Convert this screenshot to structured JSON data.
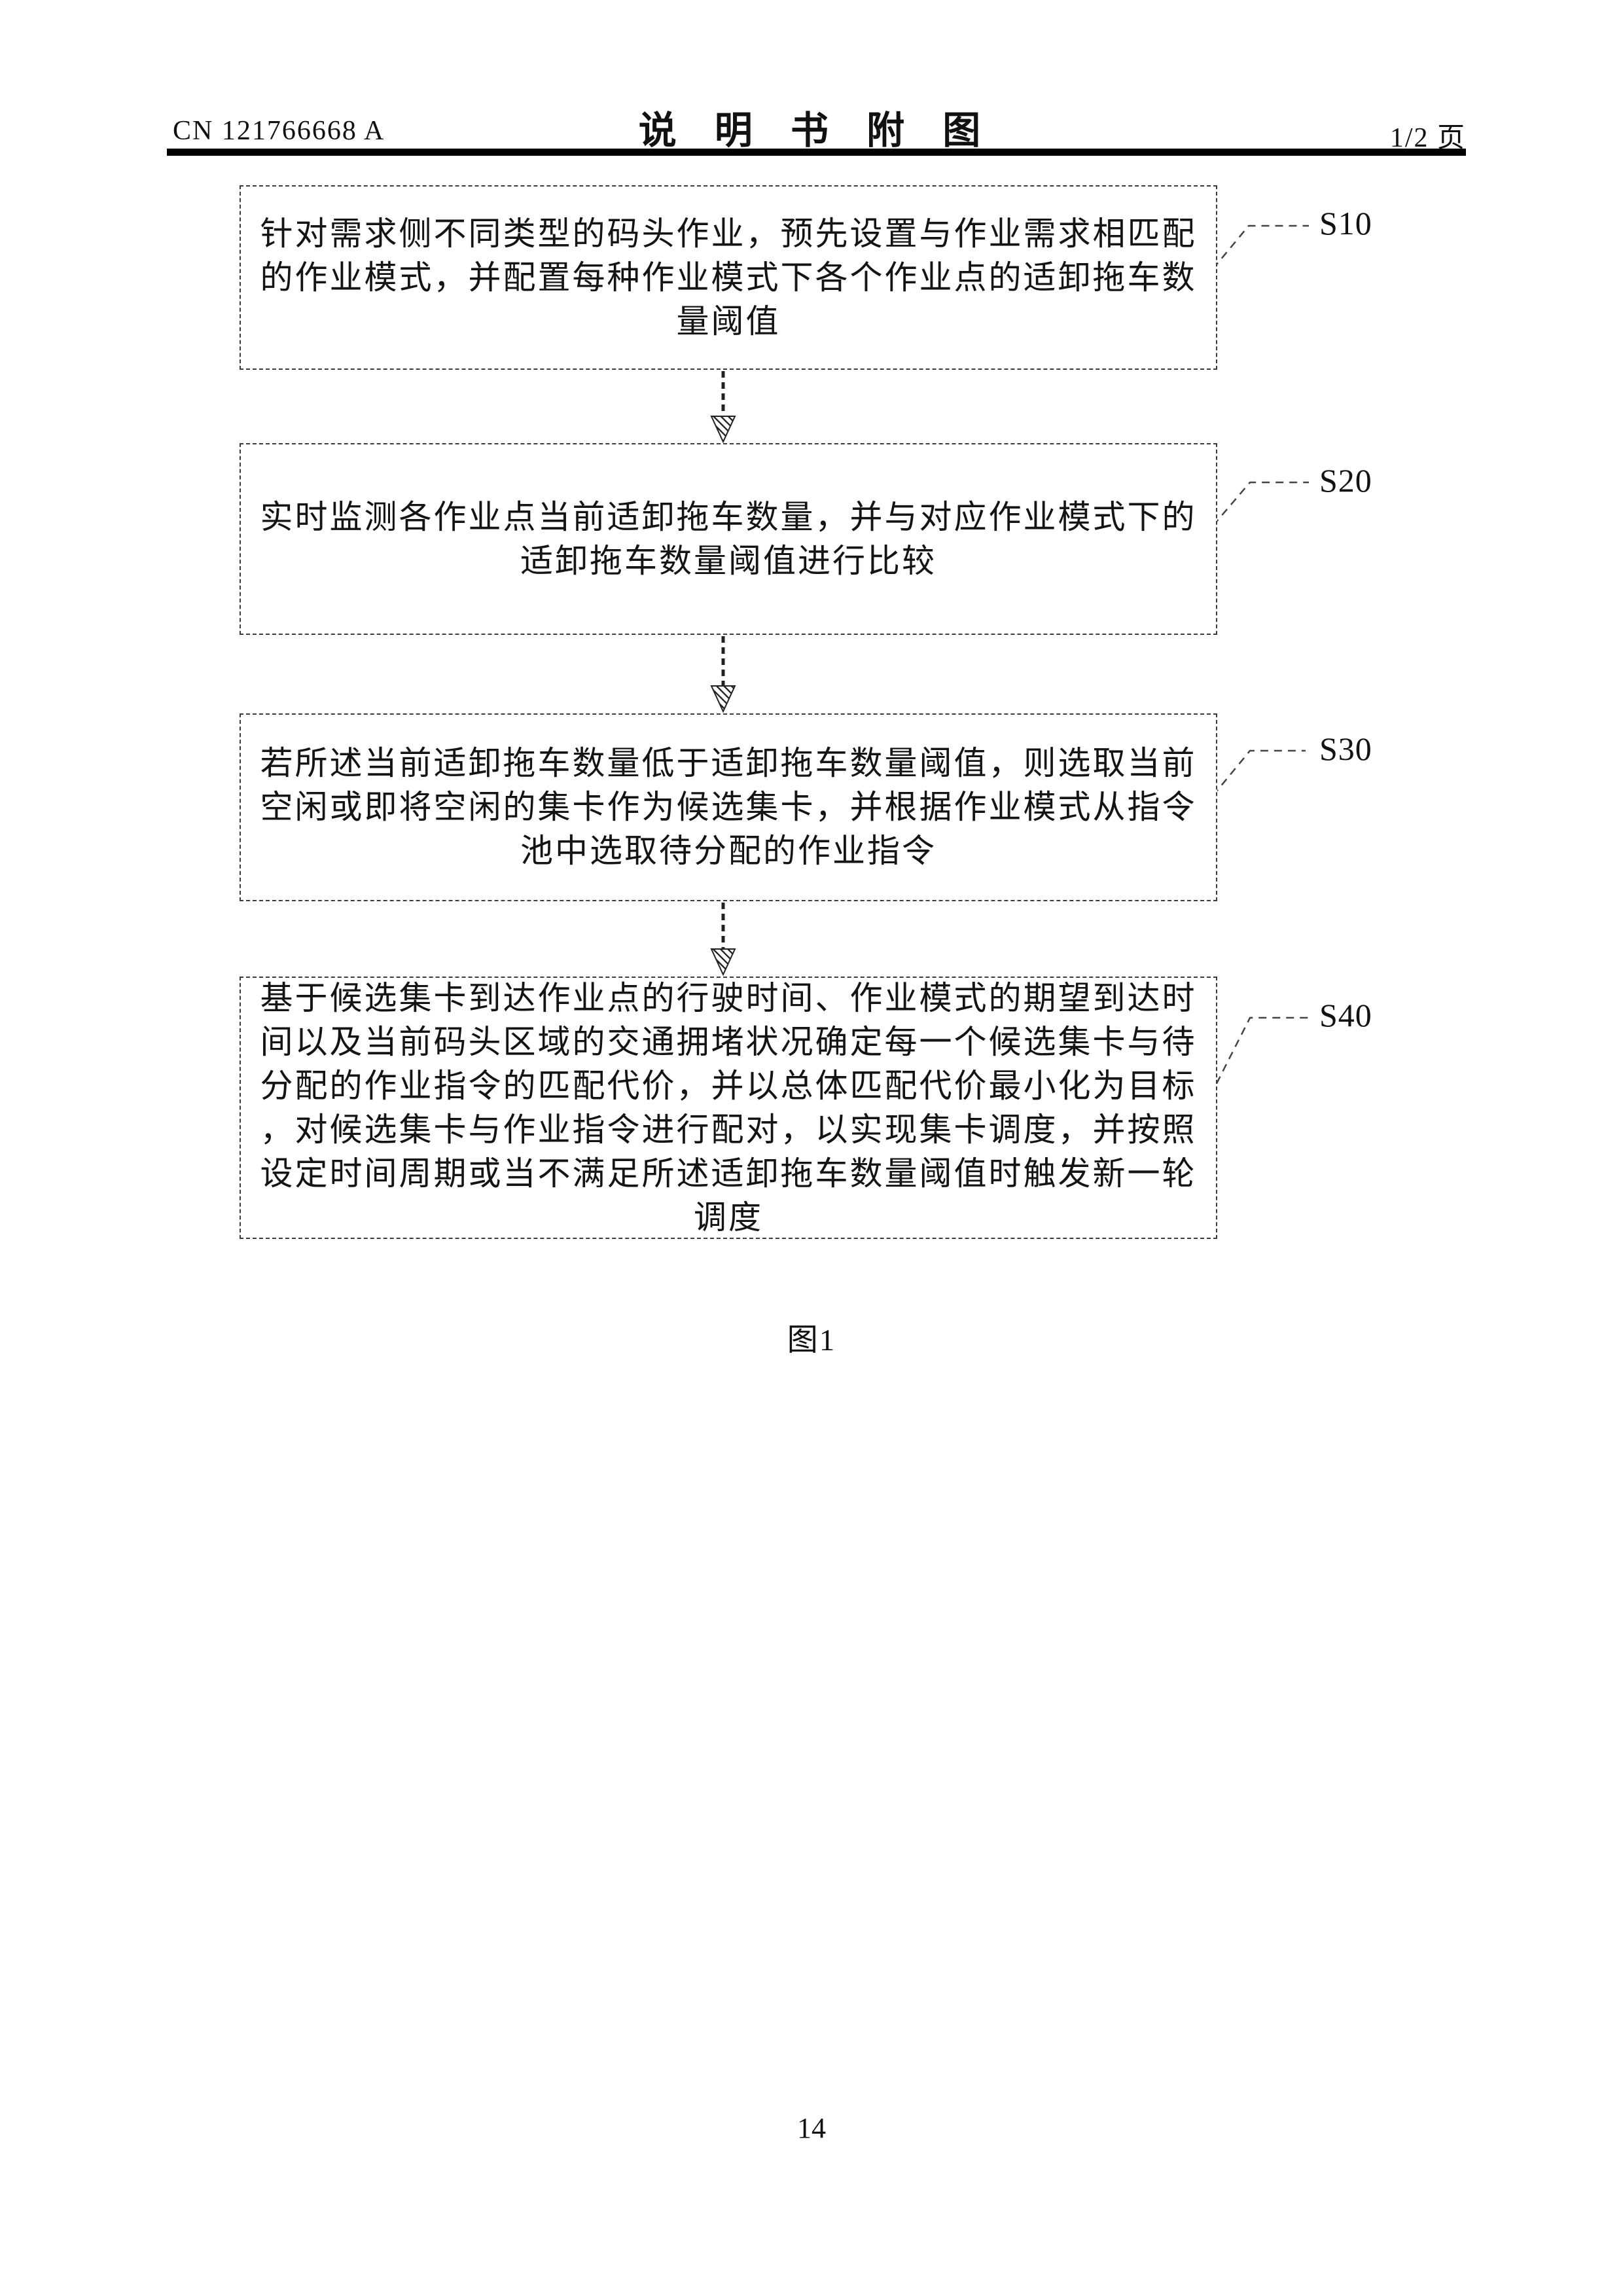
{
  "header": {
    "doc_number": "CN 121766668 A",
    "title": "说 明 书 附 图",
    "page_indicator": "1/2 页"
  },
  "flowchart": {
    "steps": [
      {
        "label": "S10",
        "lines": [
          "针对需求侧不同类型的码头作业，预先设置与作业需求相匹配",
          "的作业模式，并配置每种作业模式下各个作业点的适卸拖车数",
          "量阈值"
        ]
      },
      {
        "label": "S20",
        "lines": [
          "实时监测各作业点当前适卸拖车数量，并与对应作业模式下的",
          "适卸拖车数量阈值进行比较"
        ]
      },
      {
        "label": "S30",
        "lines": [
          "若所述当前适卸拖车数量低于适卸拖车数量阈值，则选取当前",
          "空闲或即将空闲的集卡作为候选集卡，并根据作业模式从指令",
          "池中选取待分配的作业指令"
        ]
      },
      {
        "label": "S40",
        "lines": [
          "基于候选集卡到达作业点的行驶时间、作业模式的期望到达时",
          "间以及当前码头区域的交通拥堵状况确定每一个候选集卡与待",
          "分配的作业指令的匹配代价，并以总体匹配代价最小化为目标",
          "，对候选集卡与作业指令进行配对，以实现集卡调度，并按照",
          "设定时间周期或当不满足所述适卸拖车数量阈值时触发新一轮",
          "调度"
        ]
      }
    ],
    "caption": "图1"
  },
  "footer": {
    "page_number": "14"
  }
}
